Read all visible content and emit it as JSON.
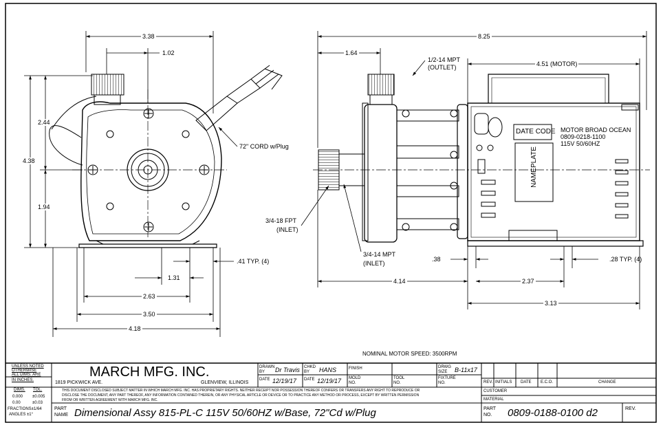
{
  "dims": {
    "top_338": "3.38",
    "top_102": "1.02",
    "h_244": "2.44",
    "h_438": "4.38",
    "h_194": "1.94",
    "typ_41": ".41 TYP. (4)",
    "w_131": "1.31",
    "w_263": "2.63",
    "w_350": "3.50",
    "w_418": "4.18",
    "w_825": "8.25",
    "w_164": "1.64",
    "motor_451": "4.51 (MOTOR)",
    "w_414": "4.14",
    "w_038": ".38",
    "w_237": "2.37",
    "typ_28": ".28 TYP. (4)",
    "w_313": "3.13"
  },
  "callouts": {
    "cord": "72\" CORD w/Plug",
    "outlet_thread": "1/2-14 MPT",
    "outlet_label": "(OUTLET)",
    "inlet_fpt": "3/4-18 FPT",
    "inlet_fpt_label": "(INLET)",
    "inlet_mpt": "3/4-14 MPT",
    "inlet_mpt_label": "(INLET)",
    "date_code": "DATE CODE",
    "nameplate": "NAMEPLATE",
    "motor_line1": "MOTOR BROAD OCEAN",
    "motor_line2": "0809-0218-1100",
    "motor_line3": "115V 50/60HZ",
    "speed": "NOMINAL MOTOR SPEED: 3500RPM"
  },
  "title_block": {
    "unless_noted": [
      "UNLESS NOTED",
      "OTHERWISE",
      "ALL DIMS. ARE",
      "IN INCHES."
    ],
    "tol_header": [
      "DIMS.",
      "TOL."
    ],
    "tol_rows": [
      [
        "0.000",
        "±0.005"
      ],
      [
        "0.00",
        "±0.03"
      ]
    ],
    "fractions": "FRACTIONS±1/64",
    "angles": "ANGLES ±1°",
    "company": "MARCH MFG. INC.",
    "address": "1819 PICKWICK AVE.",
    "city": "GLENVIEW, ILLINOIS",
    "drawn_by_label": "DRAWN BY",
    "drawn_by": "Dr Travis",
    "chkd_by_label": "CHKD BY",
    "chkd_by": "HANS",
    "finish_label": "FINISH",
    "drwg_size_label": "DRWG SIZE",
    "drwg_size": "B-11x17",
    "date_label": "DATE",
    "date_drawn": "12/19/17",
    "date_chkd": "12/19/17",
    "mold_label": "MOLD NO.",
    "tool_label": "TOOL NO.",
    "fixture_label": "FIXTURE NO.",
    "rev_headers": [
      "REV.",
      "INITIALS",
      "DATE",
      "E.C.O.",
      "CHANGE"
    ],
    "customer_label": "CUSTOMER",
    "material_label": "MATERIAL",
    "disclaimer1": "THIS DOCUMENT DISCLOSED SUBJECT MATTER IN WHICH MARCH MFG. INC. HAS PROPRIETARY RIGHTS. NEITHER RECEIPT NOR POSSESSION THEREOF CONFERS OR TRANSFERS ANY RIGHT TO REPRODUCE OR",
    "disclaimer2": "DISCLOSE THE DOCUMENT, ANY PART THEREOF, ANY INFORMATION CONTAINED THEREIN, OR ANY PHYSICAL ARTICLE OR DEVICE OR TO PRACTICE ANY METHOD OR PROCESS, EXCEPT BY WRITTEN PERMISSION",
    "disclaimer3": "FROM OR WRITTEN AGREEMENT WITH MARCH MFG. INC.",
    "part_name_label": "PART NAME",
    "part_name": "Dimensional Assy 815-PL-C 115V 50/60HZ w/Base, 72\"Cd w/Plug",
    "part_no_label": "PART NO.",
    "part_no": "0809-0188-0100 d2",
    "rev_label": "REV."
  }
}
